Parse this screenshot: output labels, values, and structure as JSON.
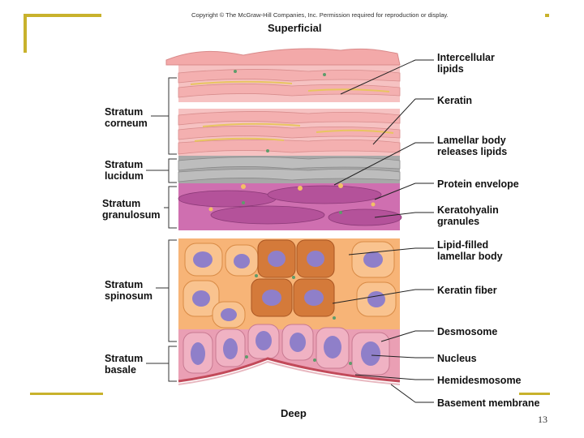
{
  "slide": {
    "copyright": "Copyright © The McGraw-Hill Companies, Inc. Permission required for reproduction or display.",
    "top_label": "Superficial",
    "bottom_label": "Deep",
    "page_number": "13"
  },
  "layers": [
    {
      "line1": "Stratum",
      "line2": "corneum"
    },
    {
      "line1": "Stratum",
      "line2": "lucidum"
    },
    {
      "line1": "Stratum",
      "line2": "granulosum"
    },
    {
      "line1": "Stratum",
      "line2": "spinosum"
    },
    {
      "line1": "Stratum",
      "line2": "basale"
    }
  ],
  "callouts": [
    {
      "line1": "Intercellular",
      "line2": "lipids"
    },
    {
      "line1": "Keratin",
      "line2": ""
    },
    {
      "line1": "Lamellar body",
      "line2": "releases lipids"
    },
    {
      "line1": "Protein envelope",
      "line2": ""
    },
    {
      "line1": "Keratohyalin",
      "line2": "granules"
    },
    {
      "line1": "Lipid-filled",
      "line2": "lamellar body"
    },
    {
      "line1": "Keratin fiber",
      "line2": ""
    },
    {
      "line1": "Desmosome",
      "line2": ""
    },
    {
      "line1": "Nucleus",
      "line2": ""
    },
    {
      "line1": "Hemidesmosome",
      "line2": ""
    },
    {
      "line1": "Basement membrane",
      "line2": ""
    }
  ],
  "colors": {
    "accent": "#c8b22c",
    "corneum": "#f4b8b8",
    "lucidum": "#a9a9a9",
    "granulosum": "#c45aa0",
    "spinosum": "#f7b477",
    "basale": "#e9a3b8",
    "nucleus": "#8f7fc9"
  }
}
